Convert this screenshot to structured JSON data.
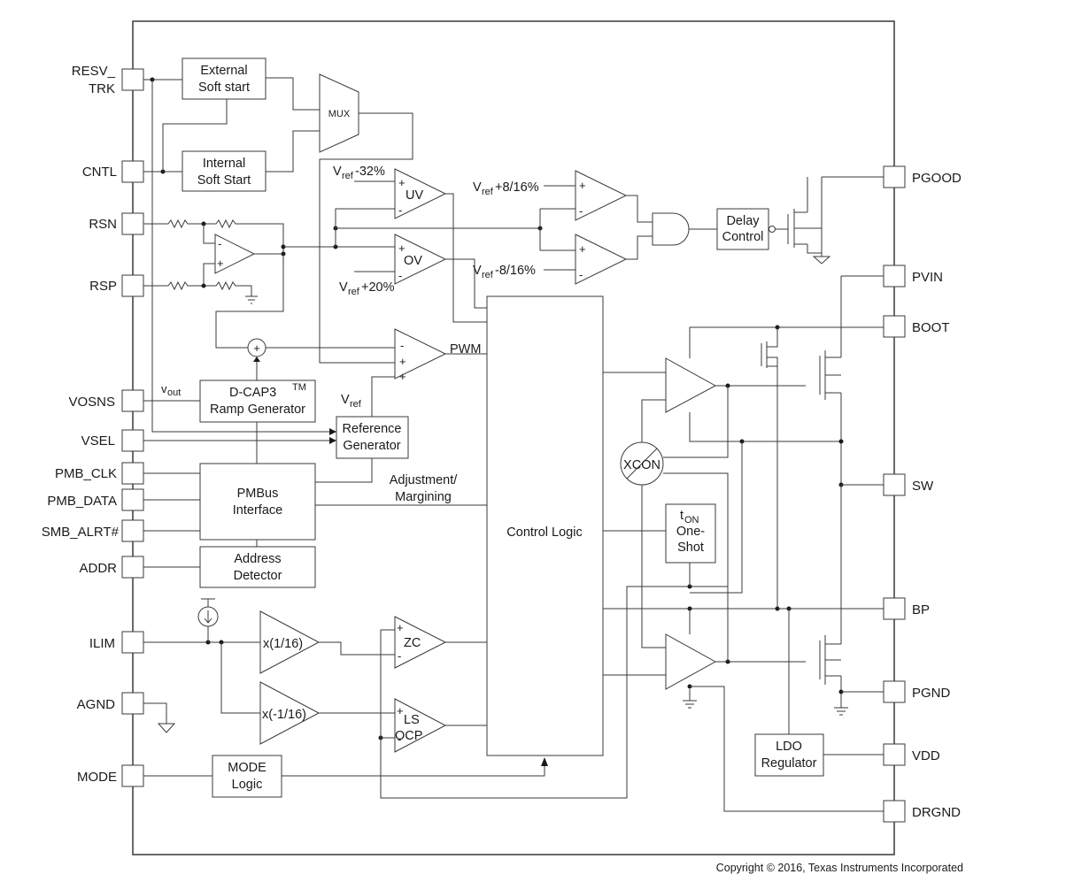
{
  "pins_left": [
    "RESV_",
    "TRK",
    "CNTL",
    "RSN",
    "RSP",
    "VOSNS",
    "VSEL",
    "PMB_CLK",
    "PMB_DATA",
    "SMB_ALRT#",
    "ADDR",
    "ILIM",
    "AGND",
    "MODE"
  ],
  "pins_right": [
    "PGOOD",
    "PVIN",
    "BOOT",
    "SW",
    "BP",
    "PGND",
    "VDD",
    "DRGND"
  ],
  "blocks": {
    "ext_ss_1": "External",
    "ext_ss_2": "Soft start",
    "int_ss_1": "Internal",
    "int_ss_2": "Soft Start",
    "mux": "MUX",
    "uv": "UV",
    "ov": "OV",
    "delay_1": "Delay",
    "delay_2": "Control",
    "dcap_1": "D-CAP3",
    "dcap_tm": "TM",
    "dcap_2": "Ramp Generator",
    "ref_1": "Reference",
    "ref_2": "Generator",
    "pmbus_1": "PMBus",
    "pmbus_2": "Interface",
    "addr_1": "Address",
    "addr_2": "Detector",
    "x116": "x(1/16)",
    "xm116": "x(-1/16)",
    "zc": "ZC",
    "lsocp_1": "LS",
    "lsocp_2": "OCP",
    "mode_1": "MODE",
    "mode_2": "Logic",
    "control": "Control Logic",
    "ton_1": "t",
    "ton_sub": "ON",
    "ton_2": "One-",
    "ton_3": "Shot",
    "xcon": "XCON",
    "ldo_1": "LDO",
    "ldo_2": "Regulator"
  },
  "signals": {
    "pwm": "PWM",
    "vref": "V",
    "vref_sub": "ref",
    "vout": "v",
    "vout_sub": "out",
    "uv_ref": "-32%",
    "ov_ref": "+20%",
    "pg_hi": "+8/16%",
    "pg_lo": "-8/16%",
    "adj_1": "Adjustment/",
    "adj_2": "Margining",
    "plus": "+",
    "minus": "-"
  },
  "copyright": "Copyright © 2016, Texas Instruments Incorporated"
}
